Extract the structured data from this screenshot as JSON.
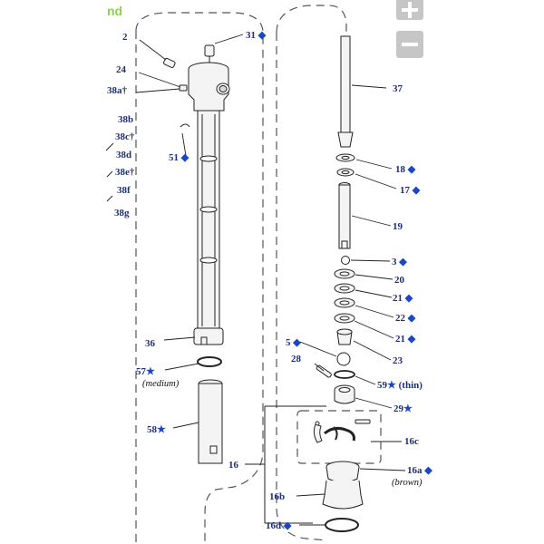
{
  "corner_text": "nd",
  "zoom": {
    "in_icon": "plus-icon",
    "out_icon": "minus-icon"
  },
  "callouts": {
    "c2": "2",
    "c24": "24",
    "c38a": "38a",
    "c38b": "38b",
    "c38c": "38c",
    "c38d": "38d",
    "c38e": "38e",
    "c38f": "38f",
    "c38g": "38g",
    "c51": "51",
    "c31": "31",
    "c36": "36",
    "c57": "57",
    "c58": "58",
    "c16": "16",
    "c37": "37",
    "c18": "18",
    "c17": "17",
    "c19": "19",
    "c3": "3",
    "c20": "20",
    "c21a": "21",
    "c22": "22",
    "c21b": "21",
    "c5": "5",
    "c23": "23",
    "c28": "28",
    "c59": "59",
    "c29": "29",
    "c16c": "16c",
    "c16a": "16a",
    "c16b": "16b",
    "c16d": "16d"
  },
  "notes": {
    "medium": "(medium)",
    "thin": "(thin)",
    "brown": "(brown)"
  },
  "symbols": {
    "diamond": "◆",
    "star": "★",
    "dagger": "†"
  },
  "colors": {
    "callout": "#1f2f78",
    "diamond": "#1a46c8",
    "line": "#222222",
    "dashed": "#555555"
  }
}
